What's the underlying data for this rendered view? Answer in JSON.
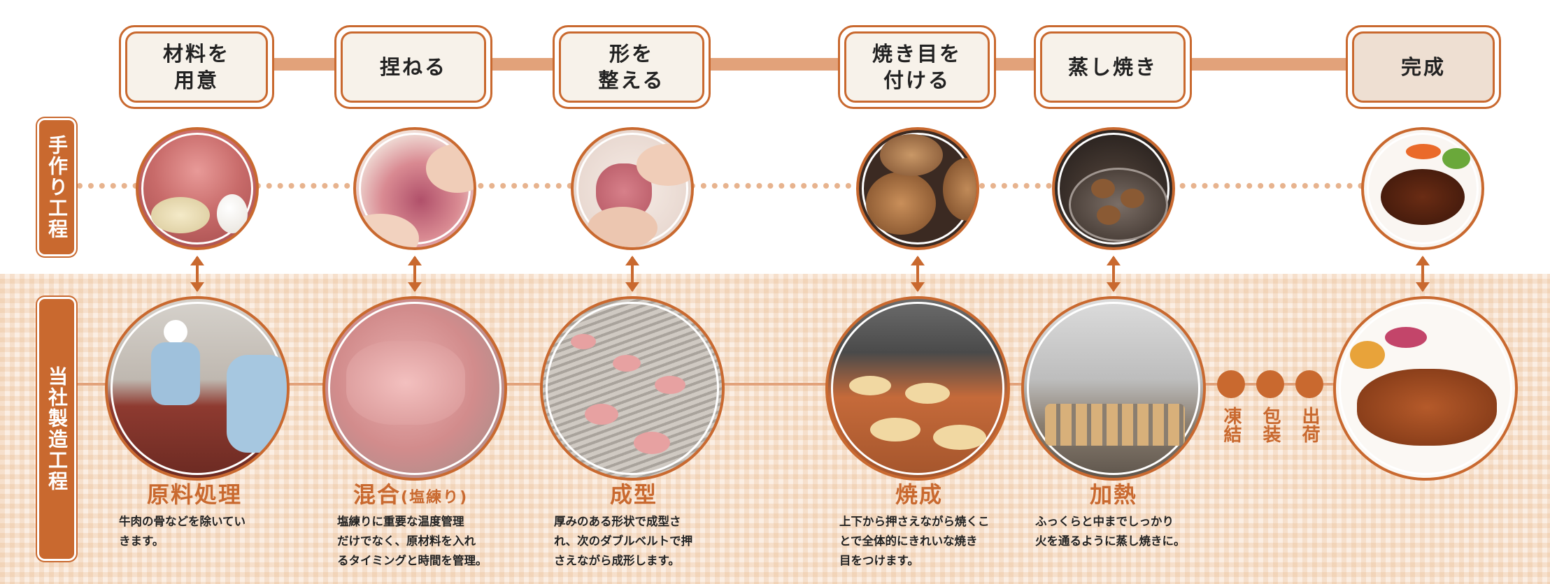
{
  "side_labels": {
    "handmade": "手作り工程",
    "factory": "当社製造工程"
  },
  "steps": [
    {
      "label": "材料を\n用意"
    },
    {
      "label": "捏ねる"
    },
    {
      "label": "形を\n整える"
    },
    {
      "label": "焼き目を\n付ける"
    },
    {
      "label": "蒸し焼き"
    },
    {
      "label": "完成"
    }
  ],
  "processes": [
    {
      "title": "原料処理",
      "desc": "牛肉の骨などを除いてい\nきます。"
    },
    {
      "title": "混合",
      "title_sub": "(塩練り)",
      "desc": "塩練りに重要な温度管理\nだけでなく、原材料を入れ\nるタイミングと時間を管理。"
    },
    {
      "title": "成型",
      "desc": "厚みのある形状で成型さ\nれ、次のダブルベルトで押\nさえながら成形します。"
    },
    {
      "title": "焼成",
      "desc": "上下から押さえながら焼くこ\nとで全体的にきれいな焼き\n目をつけます。"
    },
    {
      "title": "加熱",
      "desc": "ふっくらと中までしっかり\n火を通るように蒸し焼きに。"
    }
  ],
  "post_steps": [
    {
      "label": "凍結"
    },
    {
      "label": "包装"
    },
    {
      "label": "出荷"
    }
  ],
  "colors": {
    "accent": "#c9692f",
    "line": "#e2a27a",
    "checker": "#fbeee3"
  }
}
